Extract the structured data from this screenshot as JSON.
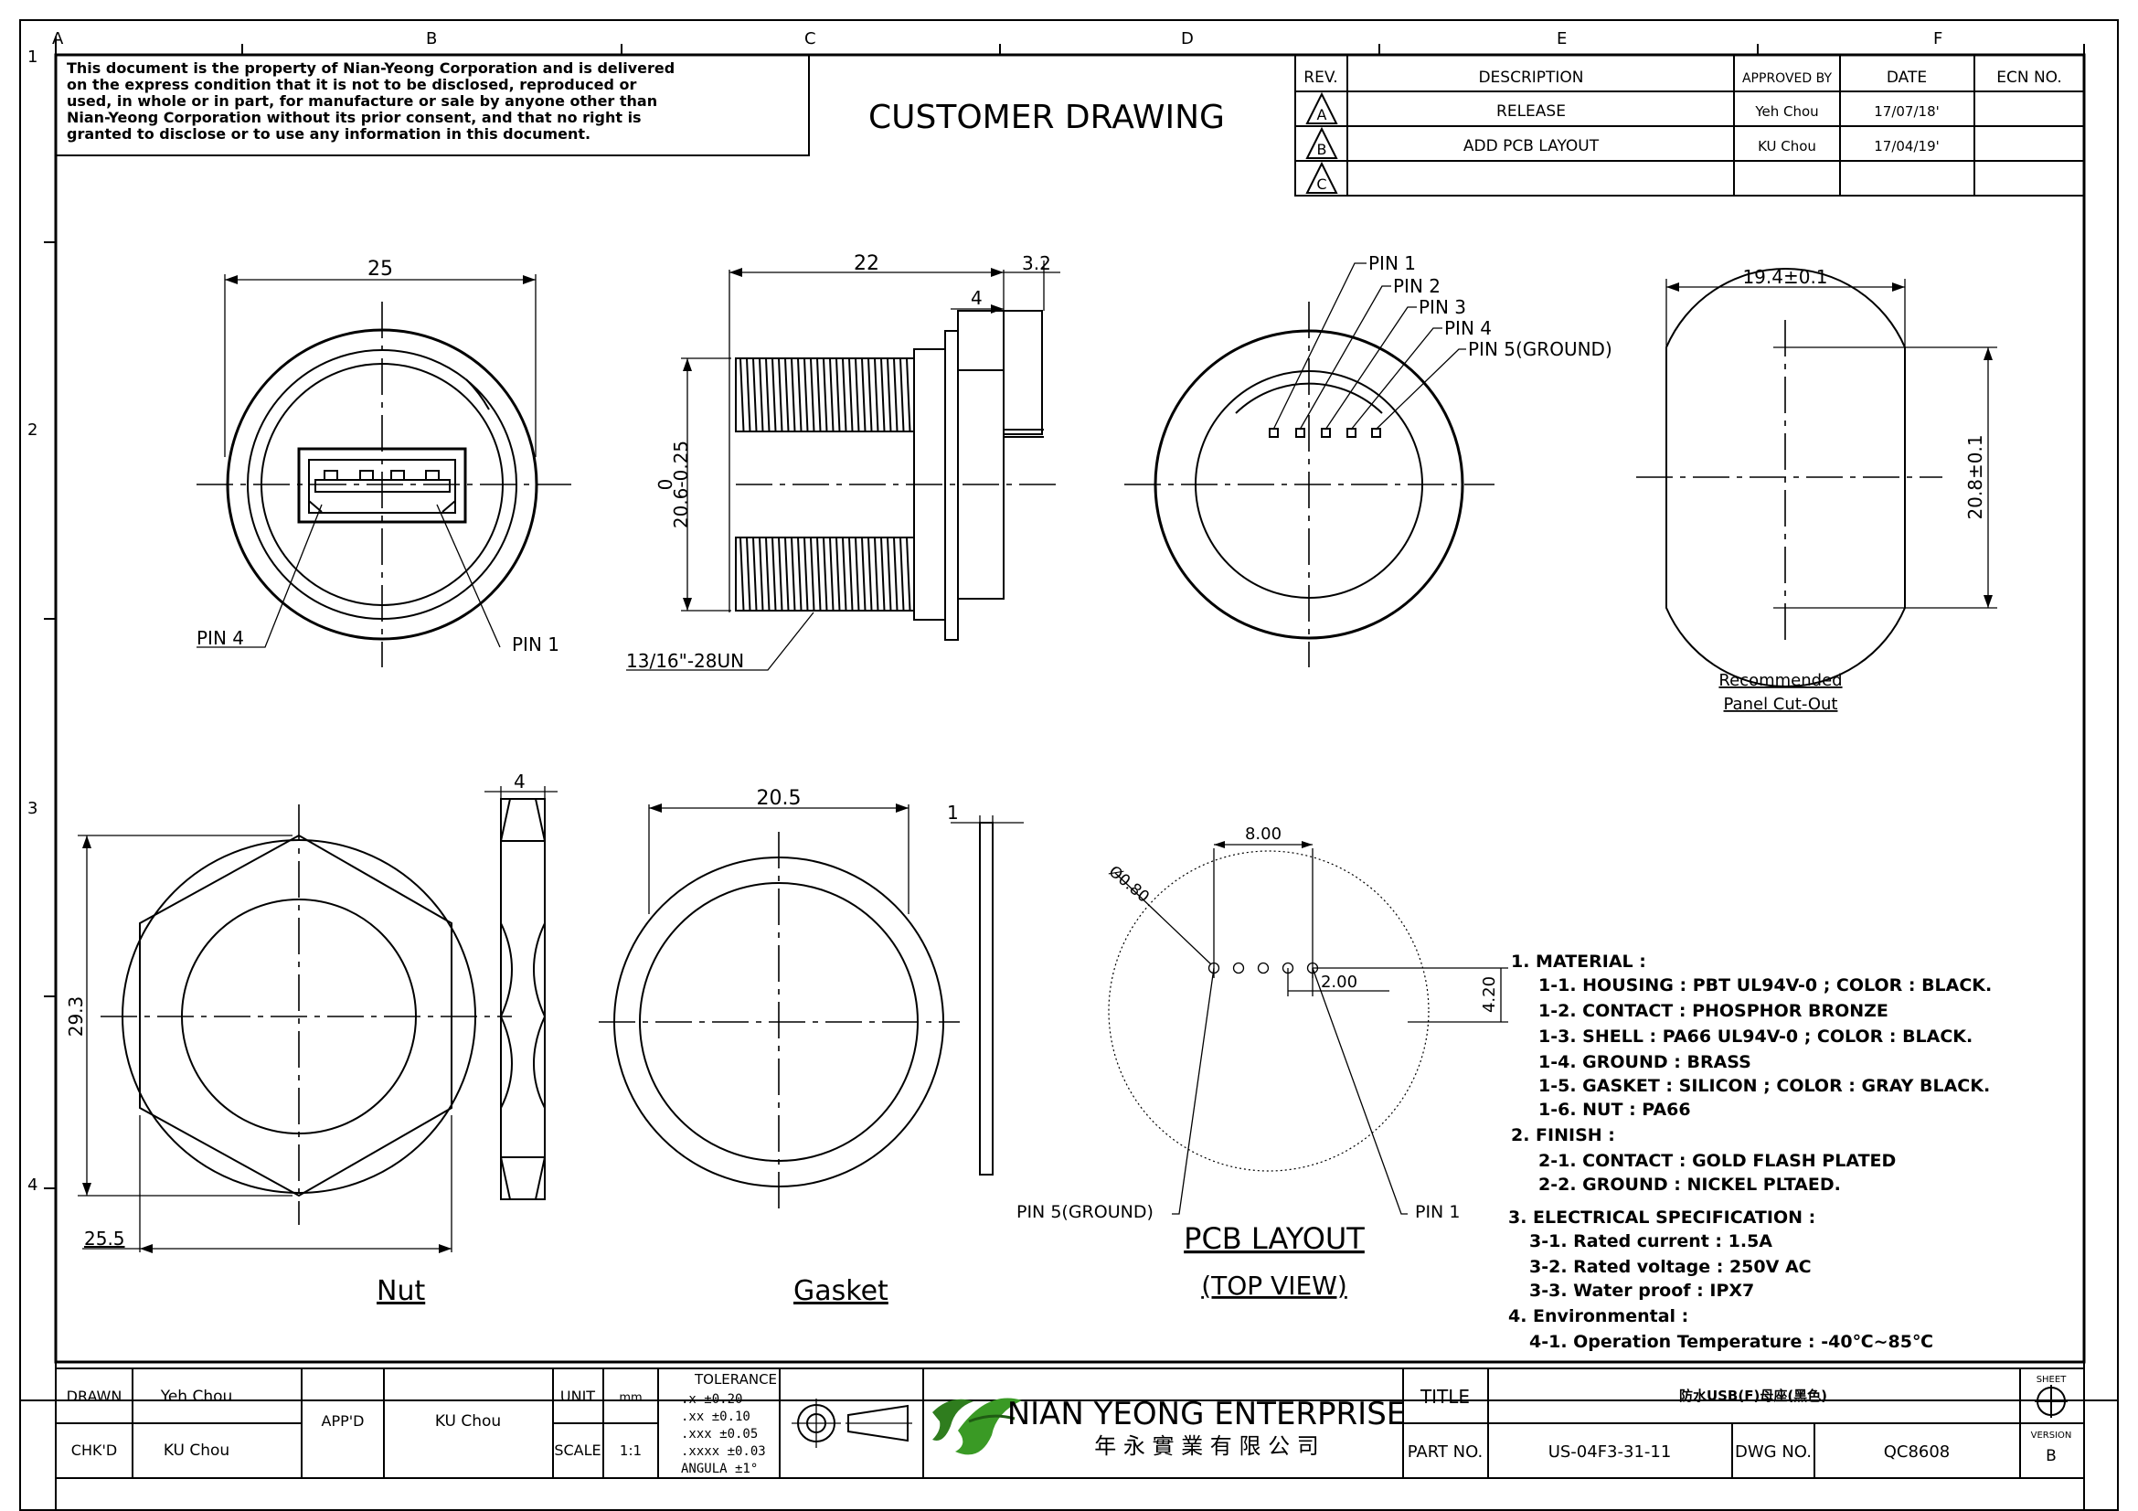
{
  "sheet": {
    "zone_cols": [
      "A",
      "B",
      "C",
      "D",
      "E",
      "F"
    ],
    "zone_rows": [
      "1",
      "2",
      "3",
      "4"
    ]
  },
  "notice": {
    "lines": [
      "This document is the property of Nian-Yeong Corporation and is delivered",
      "on  the  express condition that it is not to be disclosed, reproduced or",
      "used, in whole or in part, for manufacture or sale by anyone other than",
      "Nian-Yeong Corporation without  its prior consent, and that  no right  is",
      "granted to disclose or to use any information in this  document."
    ]
  },
  "drawing_title": "CUSTOMER  DRAWING",
  "revision_table": {
    "headers": [
      "REV.",
      "DESCRIPTION",
      "APPROVED BY",
      "DATE",
      "ECN NO."
    ],
    "rows": [
      {
        "rev": "A",
        "description": "RELEASE",
        "approved": "Yeh Chou",
        "date": "17/07/18'",
        "ecn": ""
      },
      {
        "rev": "B",
        "description": "ADD PCB LAYOUT",
        "approved": "KU Chou",
        "date": "17/04/19'",
        "ecn": ""
      },
      {
        "rev": "C",
        "description": "",
        "approved": "",
        "date": "",
        "ecn": ""
      }
    ]
  },
  "front_view": {
    "dim_width": "25",
    "pin_left": "PIN 4",
    "pin_right": "PIN 1"
  },
  "side_view": {
    "dim_len": "22",
    "dim_flange": "3.2",
    "dim_nut": "4",
    "dim_dia_top": "0",
    "dim_dia": "20.6-0.25",
    "thread": "13/16\"-28UN"
  },
  "rear_view": {
    "pins": [
      "PIN 1",
      "PIN 2",
      "PIN 3",
      "PIN 4",
      "PIN 5(GROUND)"
    ]
  },
  "cutout": {
    "dim_width": "19.4±0.1",
    "dim_height": "20.8±0.1",
    "caption_1": "Recommended",
    "caption_2": "Panel Cut-Out"
  },
  "nut": {
    "dim_thickness": "4",
    "dim_height": "29.3",
    "dim_width": "25.5",
    "caption": "Nut"
  },
  "gasket": {
    "dim_dia": "20.5",
    "dim_thickness": "1",
    "caption": "Gasket"
  },
  "pcb": {
    "dim_span": "8.00",
    "dim_hole": "Ø0.80",
    "dim_pitch": "2.00",
    "dim_offset": "4.20",
    "pin_left": "PIN 5(GROUND)",
    "pin_right": "PIN 1",
    "caption_1": "PCB LAYOUT",
    "caption_2": "(TOP  VIEW)"
  },
  "specs": [
    "1.  MATERIAL :",
    "1-1.  HOUSING : PBT UL94V-0 ; COLOR : BLACK.",
    "1-2.  CONTACT : PHOSPHOR BRONZE",
    "1-3.  SHELL : PA66 UL94V-0 ; COLOR : BLACK.",
    "1-4.  GROUND : BRASS",
    "1-5.  GASKET : SILICON ; COLOR : GRAY BLACK.",
    "1-6.  NUT : PA66",
    "2.  FINISH :",
    "2-1.  CONTACT : GOLD FLASH PLATED",
    "2-2.  GROUND : NICKEL PLTAED.",
    "3.  ELECTRICAL  SPECIFICATION :",
    "3-1.  Rated current : 1.5A",
    "3-2.  Rated voltage : 250V AC",
    "3-3.  Water proof : IPX7",
    "4.  Environmental :",
    "4-1.  Operation Temperature : -40℃~85℃"
  ],
  "title_block": {
    "drawn_label": "DRAWN",
    "drawn_value": "Yeh Chou",
    "chkd_label": "CHK'D",
    "chkd_value": "KU Chou",
    "appd_label": "APP'D",
    "appd_value": "KU Chou",
    "unit_label": "UNIT",
    "unit_value": "mm",
    "scale_label": "SCALE",
    "scale_value": "1:1",
    "tolerance_title": "TOLERANCE",
    "tolerances": [
      ".x      ±0.20",
      ".xx     ±0.10",
      ".xxx    ±0.05",
      ".xxxx   ±0.03",
      "ANGULA  ±1°"
    ],
    "company_name": "NIAN YEONG ENTERPRISE",
    "company_cn": "年 永 實 業 有 限 公 司",
    "title_label": "TITLE",
    "title_value": "防水USB(F)母座(黑色)",
    "partno_label": "PART NO.",
    "partno_value": "US-04F3-31-11",
    "dwgno_label": "DWG NO.",
    "dwgno_value": "QC8608",
    "sheet_label": "SHEET",
    "version_label": "VERSION",
    "version_value": "B"
  }
}
